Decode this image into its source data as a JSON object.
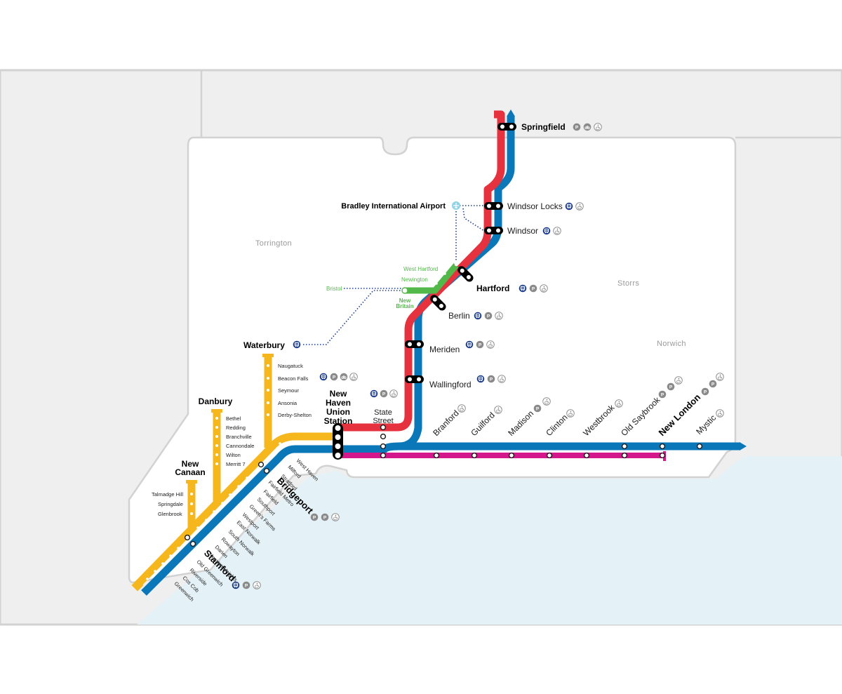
{
  "towns": {
    "torrington": "Torrington",
    "storrs": "Storrs",
    "norwich": "Norwich"
  },
  "stations": {
    "springfield": "Springfield",
    "bradley": "Bradley International Airport",
    "windsor_locks": "Windsor Locks",
    "windsor": "Windsor",
    "hartford": "Hartford",
    "berlin": "Berlin",
    "meriden": "Meriden",
    "wallingford": "Wallingford",
    "waterbury": "Waterbury",
    "new_haven_1": "New",
    "new_haven_2": "Haven",
    "new_haven_3": "Union",
    "new_haven_4": "Station",
    "state_street_1": "State",
    "state_street_2": "Street",
    "danbury": "Danbury",
    "new_canaan_1": "New",
    "new_canaan_2": "Canaan",
    "bridgeport": "Bridgeport",
    "stamford": "Stamford",
    "new_london": "New London"
  },
  "cttrail_green": {
    "west_hartford": "West Hartford",
    "newington": "Newington",
    "new_britain_1": "New",
    "new_britain_2": "Britain",
    "bristol": "Bristol"
  },
  "waterbury_branch": [
    "Naugatuck",
    "Beacon Falls",
    "Seymour",
    "Ansonia",
    "Derby-Shelton"
  ],
  "danbury_branch": [
    "Bethel",
    "Redding",
    "Branchville",
    "Cannondale",
    "Wilton",
    "Merritt 7"
  ],
  "new_canaan_branch": [
    "Talmadge Hill",
    "Springdale",
    "Glenbrook"
  ],
  "new_haven_line": [
    "West Haven",
    "Milford",
    "Stratford",
    "Fairfield Metro",
    "Fairfield",
    "Southport",
    "Green's Farms",
    "Westport",
    "East Norwalk",
    "South Norwalk",
    "Rowayton",
    "Darien",
    "Noroton Heights",
    "Old Greenwich",
    "Riverside",
    "Cos Cob",
    "Greenwich"
  ],
  "shore_line": [
    "Branford",
    "Guilford",
    "Madison",
    "Clinton",
    "Westbrook",
    "Old Saybrook",
    "Mystic"
  ],
  "icons": {
    "bus": "bus-icon",
    "parking": "parking-icon",
    "bike": "bike-icon",
    "accessible": "accessible-icon",
    "airport": "airport-icon"
  },
  "colors": {
    "hartford_line": "#e6323e",
    "new_haven_line": "#0a77b8",
    "branch_lines": "#f6b71c",
    "shore_line_east": "#d4178b",
    "ctfastrak": "#53b84a",
    "bus_connection": "#1f3f8f",
    "water": "#e4f1f6",
    "land": "#efefef",
    "state": "#ffffff"
  }
}
